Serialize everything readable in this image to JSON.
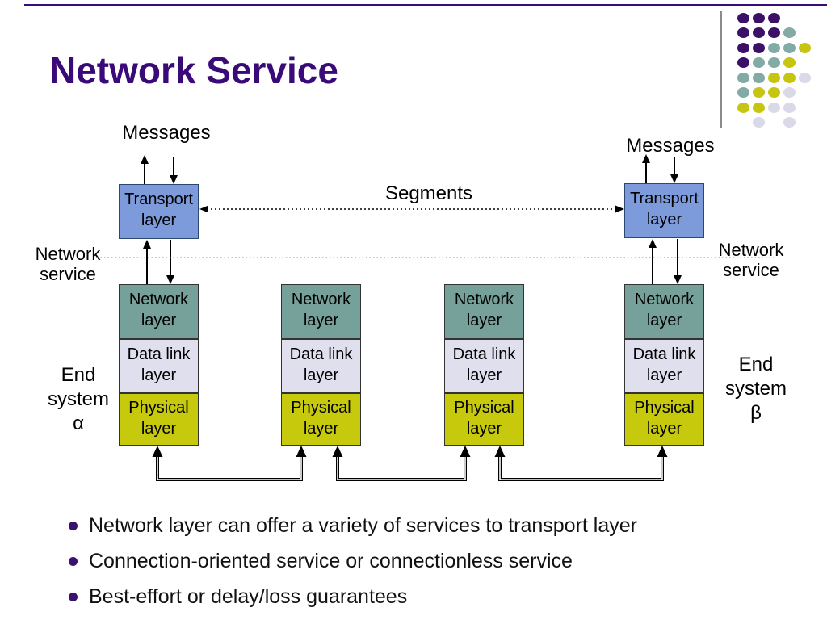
{
  "title": "Network Service",
  "diagram": {
    "messages_left": "Messages",
    "messages_right": "Messages",
    "segments": "Segments",
    "network_service_left": {
      "line1": "Network",
      "line2": "service"
    },
    "network_service_right": {
      "line1": "Network",
      "line2": "service"
    },
    "end_system_left": {
      "line1": "End",
      "line2": "system",
      "line3": "α"
    },
    "end_system_right": {
      "line1": "End",
      "line2": "system",
      "line3": "β"
    },
    "boxes": {
      "transport": {
        "line1": "Transport",
        "line2": "layer",
        "fill": "#7D9ADB"
      },
      "network": {
        "line1": "Network",
        "line2": "layer",
        "fill": "#76A19B"
      },
      "datalink": {
        "line1": "Data link",
        "line2": "layer",
        "fill": "#DFDFED"
      },
      "physical": {
        "line1": "Physical",
        "line2": "layer",
        "fill": "#C7C90D"
      }
    }
  },
  "bullets": [
    "Network layer can offer a variety of services to transport layer",
    "Connection-oriented service or connectionless service",
    "Best-effort or delay/loss guarantees"
  ],
  "decoration": {
    "dot_colors": {
      "p": "#3D1068",
      "t": "#82ABA5",
      "y": "#C6C511",
      "l": "#D9D9E8"
    },
    "dot_rows": [
      [
        "p",
        "p",
        "p"
      ],
      [
        "p",
        "p",
        "p",
        "t"
      ],
      [
        "p",
        "p",
        "t",
        "t",
        "y"
      ],
      [
        "p",
        "t",
        "t",
        "y"
      ],
      [
        "t",
        "t",
        "y",
        "y",
        "l"
      ],
      [
        "t",
        "y",
        "y",
        "l"
      ],
      [
        "y",
        "y",
        "l",
        "l"
      ],
      [
        "",
        "l",
        "",
        "l"
      ]
    ]
  },
  "colors": {
    "title": "#390A78",
    "accent-line": "#390A78",
    "bullet-dot": "#3A1070",
    "box-border": "#333333",
    "transport-border": "#2C4770",
    "service-line": "#9999BB",
    "vertical-rule": "#8A8A8A"
  }
}
